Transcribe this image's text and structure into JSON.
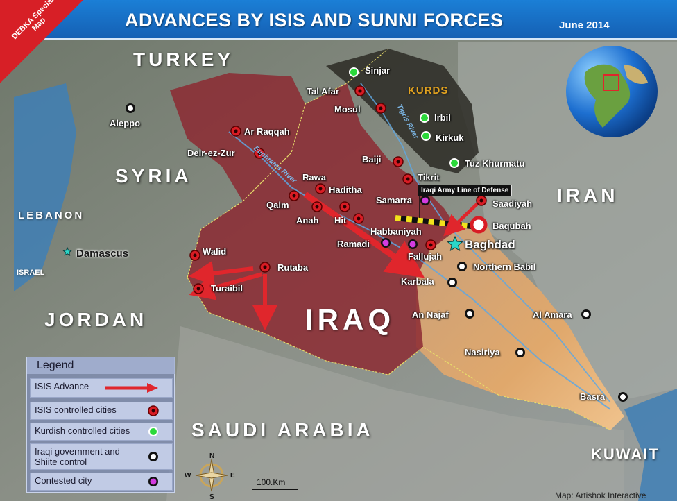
{
  "header": {
    "title": "ADVANCES BY ISIS AND SUNNI FORCES",
    "subtitle": "June 2014",
    "badge": "DEBKA Special Map"
  },
  "colors": {
    "isis_zone": "#8c2a33",
    "kurd_zone": "#2c2a24",
    "gov_zone": "#d9a574",
    "isis_city": "#d81c24",
    "kurd_city": "#2bd93a",
    "gov_city": "#ffffff",
    "contested_city": "#d33ce0",
    "arrow": "#e0262c"
  },
  "countries": {
    "turkey": "TURKEY",
    "syria": "SYRIA",
    "iran": "IRAN",
    "jordan": "JORDAN",
    "iraq": "IRAQ",
    "saudi": "SAUDI ARABIA",
    "kuwait": "KUWAIT",
    "lebanon": "LEBANON",
    "israel": "ISRAEL",
    "kurds": "KURDS"
  },
  "cities": {
    "sinjar": "Sinjar",
    "tal_afar": "Tal Afar",
    "mosul": "Mosul",
    "irbil": "Irbil",
    "kirkuk": "Kirkuk",
    "tuz": "Tuz Khurmatu",
    "aleppo": "Aleppo",
    "raqqah": "Ar Raqqah",
    "deir": "Deir-ez-Zur",
    "baiji": "Baiji",
    "tikrit": "Tikrit",
    "rawa": "Rawa",
    "haditha": "Haditha",
    "qaim": "Qaim",
    "anah": "Anah",
    "hit": "Hit",
    "samarra": "Samarra",
    "saadiyah": "Saadiyah",
    "baqubah": "Baqubah",
    "habbaniyah": "Habbaniyah",
    "ramadi": "Ramadi",
    "fallujah": "Fallujah",
    "baghdad": "Baghdad",
    "damascus": "Damascus",
    "walid": "Walid",
    "rutaba": "Rutaba",
    "turaibil": "Turaibil",
    "northern_babil": "Northern Babil",
    "karbala": "Karbala",
    "najaf": "An Najaf",
    "amara": "Al Amara",
    "nasiriya": "Nasiriya",
    "basra": "Basra"
  },
  "rivers": {
    "tigris": "Tigris River",
    "euphrates": "Euphrates River"
  },
  "defense_line": "Iraqi Army Line of Defense",
  "legend": {
    "title": "Legend",
    "isis_advance": "ISIS Advance",
    "isis_cities": "ISIS  controlled cities",
    "kurdish_cities": "Kurdish controlled cities",
    "gov_control": "Iraqi government and Shiite control",
    "contested": "Contested city"
  },
  "compass": {
    "n": "N",
    "s": "S",
    "e": "E",
    "w": "W"
  },
  "scale": "100.Km",
  "credit": "Map: Artishok Interactive"
}
